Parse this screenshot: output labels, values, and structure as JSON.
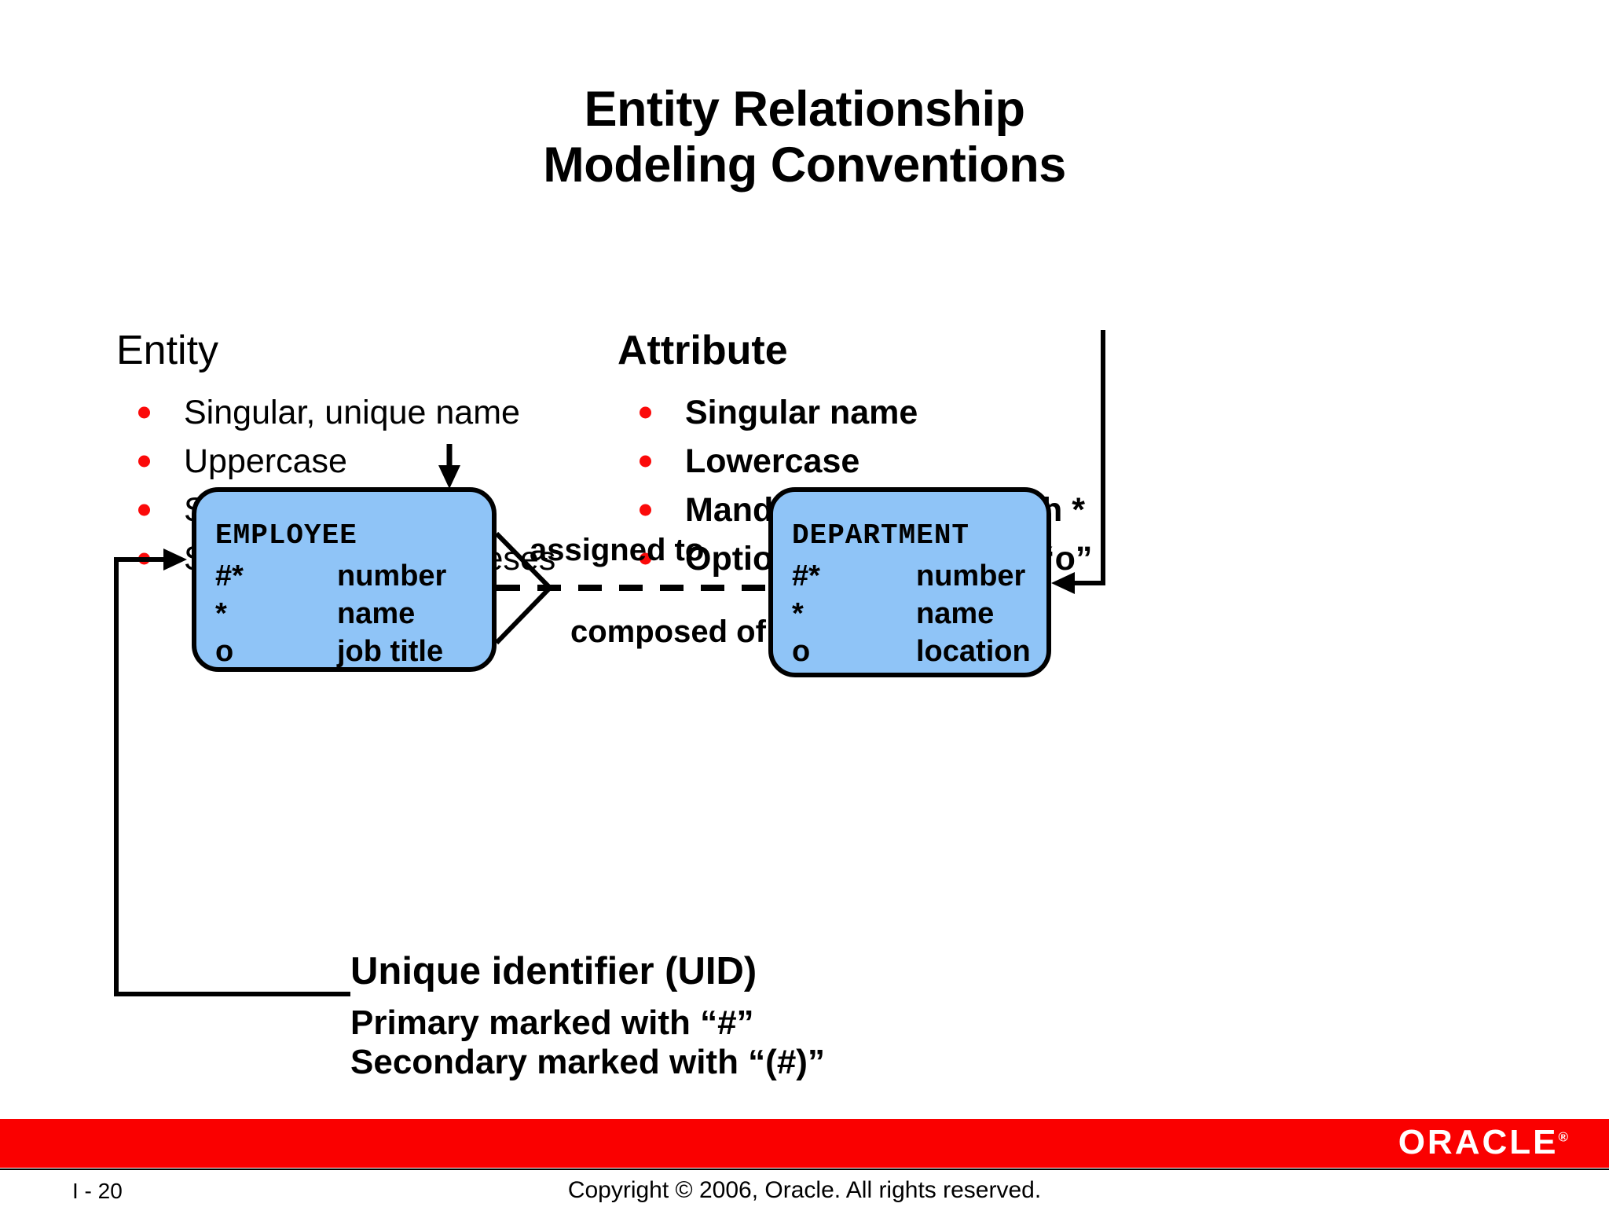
{
  "title": {
    "line1": "Entity Relationship",
    "line2": "Modeling Conventions"
  },
  "entity_section": {
    "heading": "Entity",
    "bullets": [
      "Singular, unique name",
      "Uppercase",
      "Soft box",
      "Synonym in parentheses"
    ]
  },
  "attribute_section": {
    "heading": "Attribute",
    "bullets": [
      "Singular name",
      "Lowercase",
      "Mandatory marked with *",
      "Optional marked with “o”"
    ]
  },
  "diagram": {
    "employee_entity": {
      "name": "EMPLOYEE",
      "attributes": [
        {
          "marker": "#*",
          "name": "number"
        },
        {
          "marker": "*",
          "name": "name"
        },
        {
          "marker": "o",
          "name": "job title"
        }
      ]
    },
    "department_entity": {
      "name": "DEPARTMENT",
      "attributes": [
        {
          "marker": "#*",
          "name": "number"
        },
        {
          "marker": "*",
          "name": "name"
        },
        {
          "marker": "o",
          "name": "location"
        }
      ]
    },
    "relationship_top_label": "assigned to",
    "relationship_bottom_label": "composed of"
  },
  "uid_section": {
    "title": "Unique identifier (UID)",
    "lines": [
      "Primary marked with “#”",
      "Secondary marked with “(#)”"
    ]
  },
  "footer": {
    "logo": "ORACLE",
    "slide_number": "I - 20",
    "copyright": "Copyright © 2006, Oracle. All rights reserved."
  },
  "colors": {
    "entity_fill": "#8fc4f7",
    "bullet_red": "#fb0a0a",
    "footer_red": "#fa0000",
    "outline": "#000000"
  }
}
